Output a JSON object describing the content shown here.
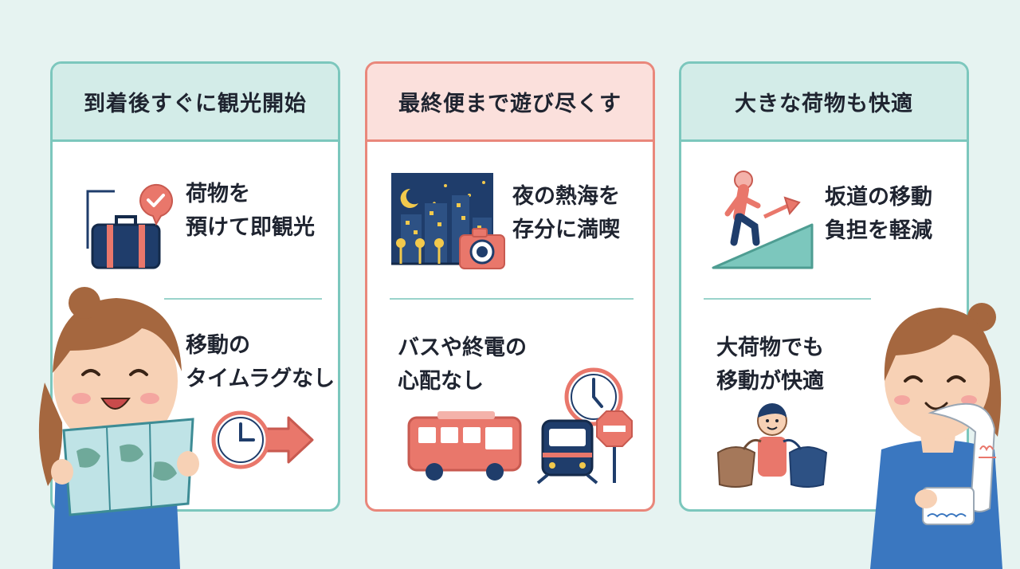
{
  "colors": {
    "background": "#e6f3f1",
    "teal_border": "#7cc7bd",
    "coral_border": "#e9877b",
    "teal_header": "#d3ece8",
    "coral_header": "#fbe0dc",
    "navy": "#1f3d6b",
    "coral": "#e9776b"
  },
  "panels": [
    {
      "title": "到着後すぐに観光開始",
      "items": [
        {
          "line1": "荷物を",
          "line2": "預けて即観光",
          "icon": "suitcase-checkmark-icon"
        },
        {
          "line1": "移動の",
          "line2": "タイムラグなし",
          "icon": "clock-arrow-icon"
        }
      ]
    },
    {
      "title": "最終便まで遊び尽くす",
      "items": [
        {
          "line1": "夜の熱海を",
          "line2": "存分に満喫",
          "icon": "night-city-camera-icon"
        },
        {
          "line1": "バスや終電の",
          "line2": "心配なし",
          "icon": "bus-train-clock-icon"
        }
      ]
    },
    {
      "title": "大きな荷物も快適",
      "items": [
        {
          "line1": "坂道の移動",
          "line2": "負担を軽減",
          "icon": "walking-uphill-icon"
        },
        {
          "line1": "大荷物でも",
          "line2": "移動が快適",
          "icon": "boy-with-bags-icon"
        }
      ]
    }
  ]
}
